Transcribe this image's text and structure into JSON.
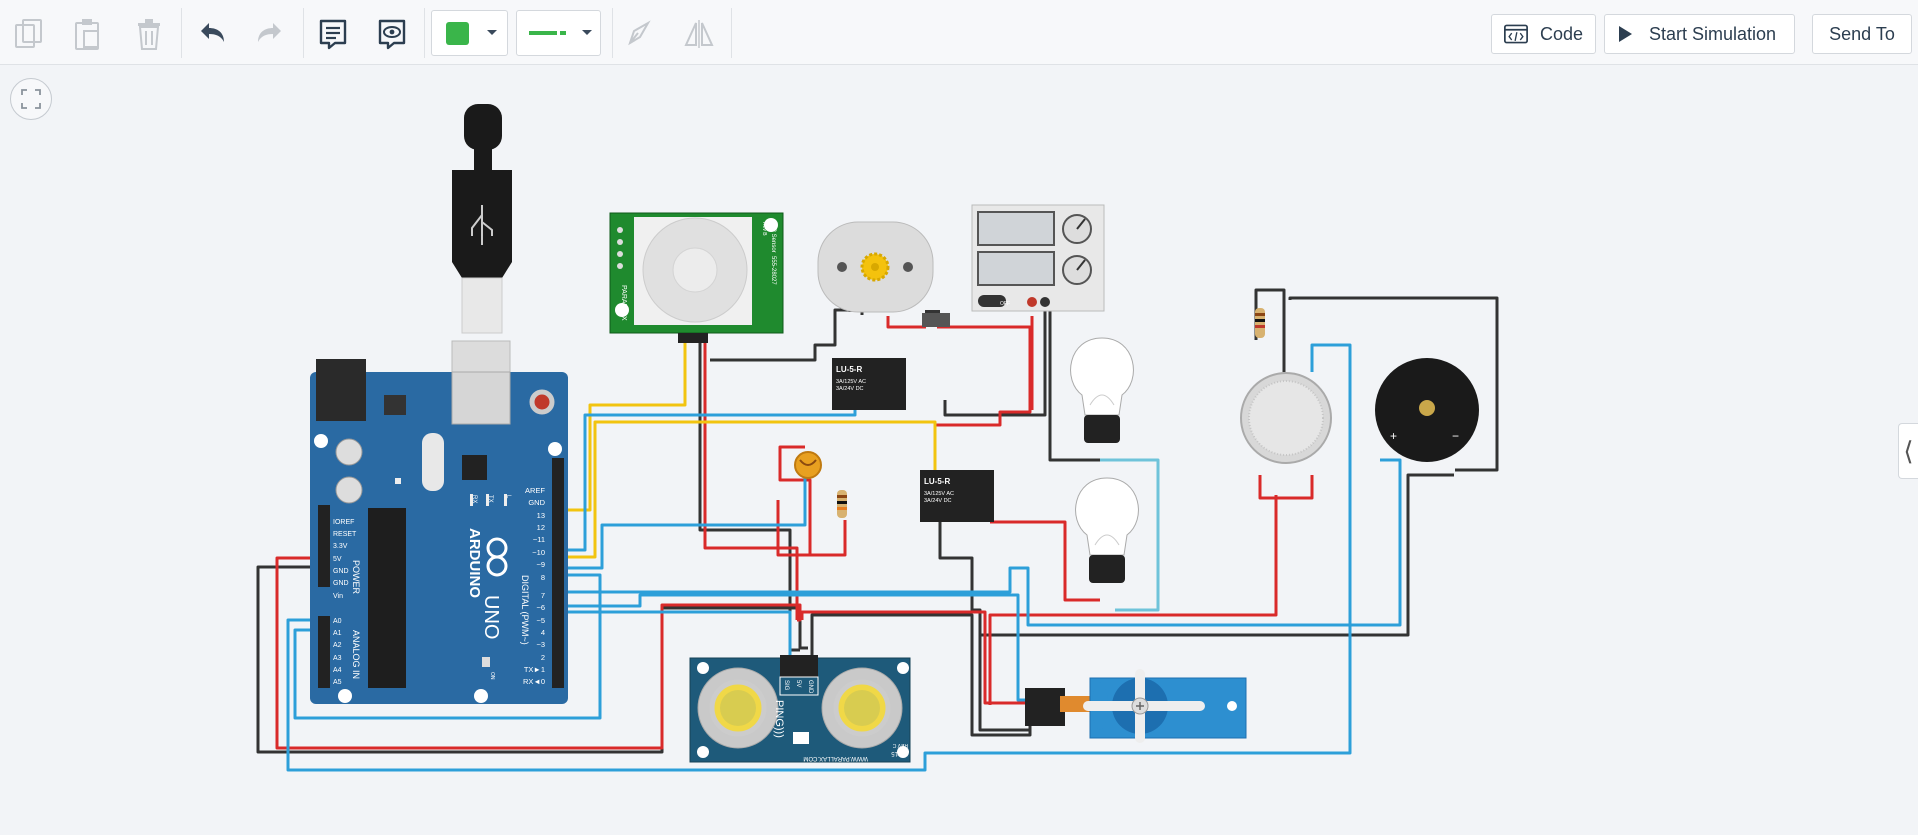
{
  "toolbar": {
    "code_label": "Code",
    "start_label": "Start Simulation",
    "send_label": "Send To",
    "color_value": "#3ab54a",
    "icons": [
      "copy-icon",
      "paste-icon",
      "delete-icon",
      "undo-icon",
      "redo-icon",
      "notes-icon",
      "visibility-icon",
      "pen-icon",
      "mirror-icon"
    ]
  },
  "board": {
    "brand": "ARDUINO",
    "model": "UNO",
    "pin_labels_right": [
      "AREF",
      "GND",
      "13",
      "12",
      "~11",
      "~10",
      "~9",
      "8",
      "7",
      "~6",
      "~5",
      "4",
      "~3",
      "2",
      "TX►1",
      "RX◄0"
    ],
    "pin_labels_left": [
      "IOREF",
      "RESET",
      "3.3V",
      "5V",
      "GND",
      "GND",
      "Vin",
      "A0",
      "A1",
      "A2",
      "A3",
      "A4",
      "A5"
    ],
    "section_power": "POWER",
    "section_analog": "ANALOG IN",
    "section_digital": "DIGITAL (PWM~)",
    "led_labels": [
      "RX",
      "TX",
      "L"
    ],
    "on_label": "ON"
  },
  "pir": {
    "brand": "PARALLAX",
    "label": "PIR Sensor",
    "rev": "Rev B",
    "part": "555-28027"
  },
  "relays": [
    {
      "name": "LU-5-R",
      "spec1": "3A/125V AC",
      "spec2": "3A/24V DC"
    },
    {
      "name": "LU-5-R",
      "spec1": "3A/125V AC",
      "spec2": "3A/24V DC"
    }
  ],
  "power_supply": {
    "off_label": "OFF"
  },
  "ping": {
    "brand": "PING)))",
    "pins": [
      "SIG",
      "5V",
      "GND"
    ],
    "url": "WWW.PARALLAX.COM",
    "part": "28015",
    "rev": "REV C"
  },
  "buzzer": {
    "plus": "+",
    "minus": "−"
  },
  "colors": {
    "wire_red": "#d92a2a",
    "wire_black": "#333333",
    "wire_blue": "#2d9fd9",
    "wire_yellow": "#f2c40f",
    "board_blue": "#2a6aa3",
    "pir_green": "#1f8a2e"
  }
}
